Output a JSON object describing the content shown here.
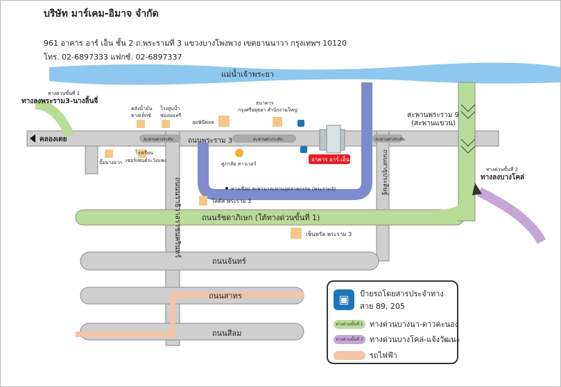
{
  "header": {
    "company": "บริษัท มาร์เคม-อิมาจ จำกัด",
    "address": "961 อาคาร อาร์ เอ็น ชั้น 2 ถ.พระรามที่ 3 แขวงบางโพงพาง เขตยานนาวา กรุงเทพฯ 10120",
    "contact": "โทร. 02-6897333  แฟกซ์. 02-6897337"
  },
  "map": {
    "river": "แม่น้ำเจ้าพระยา",
    "expressway1_top_small": "ทางด่วนขั้นที่ 1",
    "expressway1_top_label": "ทางลงพระราม3-นางลิ้นจี่",
    "khlong_toei": "คลองเตย",
    "bridge9": "สะพานพระราม 9",
    "bridge9_alt": "(สะพานแขวน)",
    "rama3_road": "ถนนพระราม 3",
    "rama3_sub1": "สะพานต่างระดับ",
    "rama3_sub2": "สะพานต่างระดับ",
    "rama3_sub3": "สะพานต่างระดับ",
    "landmark_klongnampan": "คลังน้ำมัน",
    "landmark_kaltex": "คาลเท็กซ์",
    "landmark_rongsub": "โรงสูบน้ำ",
    "landmark_chongnonsi": "ช่องนนทรี",
    "landmark_lumpini": "ลุมพินีพลส",
    "landmark_bank1": "ธนาคาร",
    "landmark_bank2": "กรุงศรีอยุธยา สำนักงานใหญ่",
    "landmark_pump": "ปั๊มบางจาก",
    "landmark_school1": "โรงเรียน",
    "landmark_school2": "เซอร์เซนต์ระวังแพง",
    "landmark_tower": "ศูภาลัย ทาวเวอร์",
    "building_label": "อาคาร อาร์.เอ็น",
    "soi_label": "ทางเชื่อม สะพานวงแหวนอุตสาหกรรม (พระราม3)",
    "lotus": "โลตัส พระราม 3",
    "central": "เซ็นทรัล พระราม 3",
    "road_chuea_phloeng": "ถนนเชื้อเพลิง",
    "road_naradhiwas": "ถนนนราธิวาสราชนครินทร์",
    "road_ratchadaphisek": "ถนนรัชดาภิเษก (ใต้ทางด่วนขั้นที่ 1)",
    "road_chan": "ถนนจันทร์",
    "road_sathon": "ถนนสาทร",
    "road_silom": "ถนนสีลม",
    "road_sathupradit": "ถนนสาธุประดิษฐ์",
    "expressway2_small": "ทางด่วนขั้นที่ 2",
    "expressway2_label": "ทางลงบางโคล่"
  },
  "legend": {
    "bus_text1": "ป้ายรถโดยสารประจำทาง",
    "bus_text2": "สาย 89, 205",
    "green_pill": "ทางด่วนขั้นที่ 1",
    "green_text": "ทางด่วนบางนา-ดาวคะนอง",
    "purple_pill": "ทางด่วนขั้นที่ 2",
    "purple_text": "ทางด่วนบางโคล่-แจ้งวัฒนะ",
    "skytrain_text": "รถไฟฟ้า"
  },
  "colors": {
    "road": "#cfcfcf",
    "road_stroke": "#8a8a8a",
    "river": "#8ec8ee",
    "blue_route": "#6f84c9",
    "green_expressway": "#b9dc99",
    "purple_expressway": "#c6a6d6",
    "skytrain": "#f3c4a5",
    "landmark": "#f5c88a",
    "tower_dot": "#f0b030",
    "building_tag": "#e31f26"
  }
}
